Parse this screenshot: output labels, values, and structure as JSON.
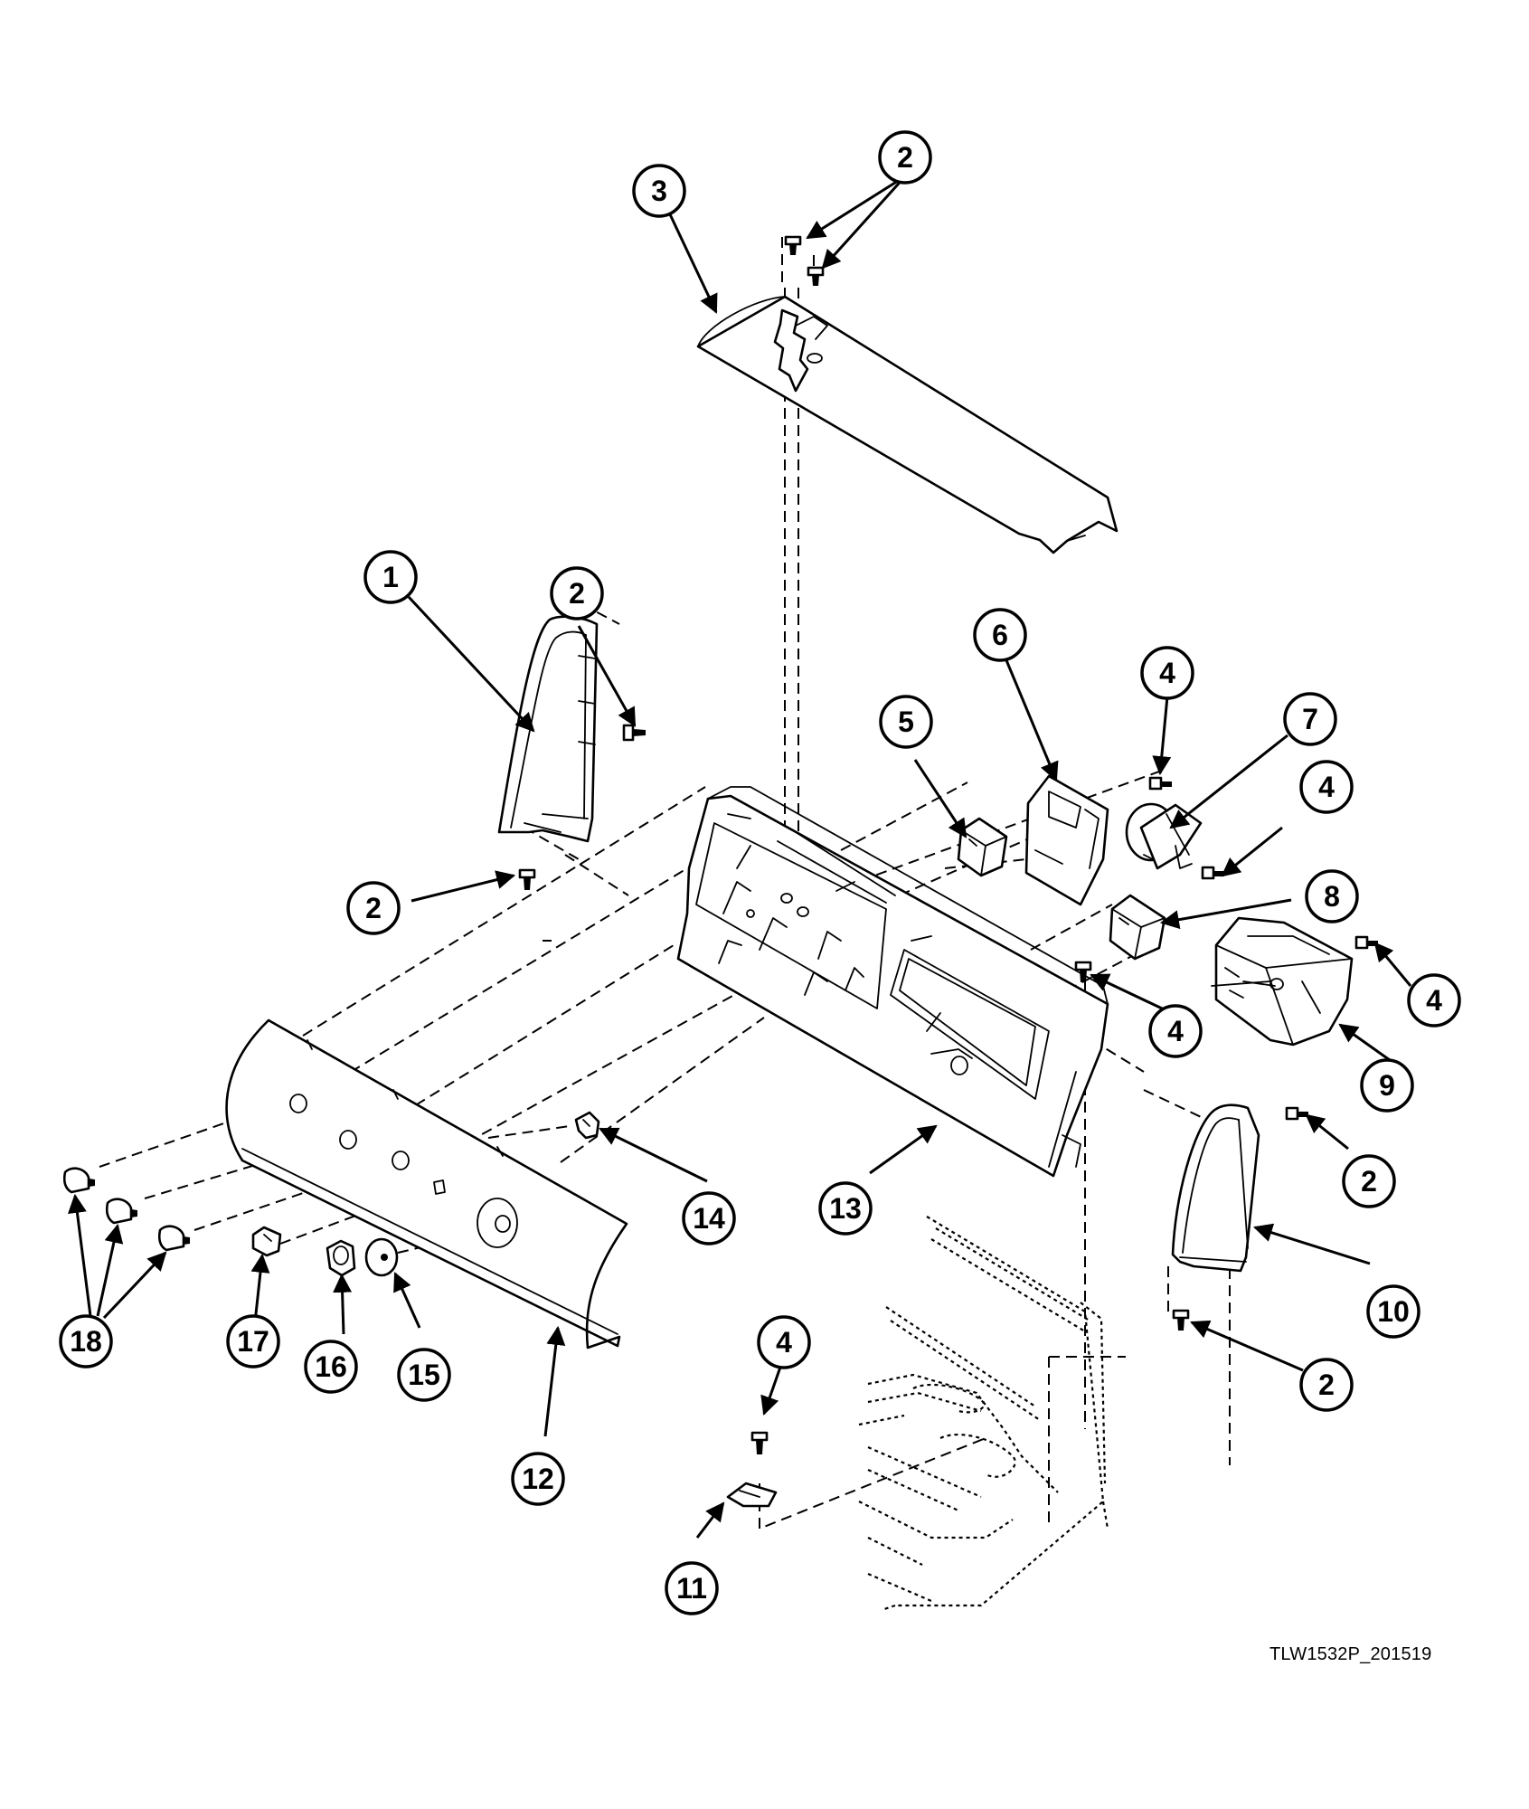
{
  "drawing_id": "TLW1532P_201519",
  "callouts": [
    {
      "label": "1",
      "part": "left-end-cap"
    },
    {
      "label": "2",
      "part": "screw"
    },
    {
      "label": "3",
      "part": "top-cover"
    },
    {
      "label": "4",
      "part": "screw"
    },
    {
      "label": "5",
      "part": "switch"
    },
    {
      "label": "6",
      "part": "control-board"
    },
    {
      "label": "7",
      "part": "pressure-switch"
    },
    {
      "label": "8",
      "part": "switch"
    },
    {
      "label": "9",
      "part": "timer"
    },
    {
      "label": "10",
      "part": "right-end-cap"
    },
    {
      "label": "11",
      "part": "clip"
    },
    {
      "label": "12",
      "part": "control-panel-front"
    },
    {
      "label": "13",
      "part": "control-panel-backplate"
    },
    {
      "label": "14",
      "part": "clip"
    },
    {
      "label": "15",
      "part": "knob-insert"
    },
    {
      "label": "16",
      "part": "knob"
    },
    {
      "label": "17",
      "part": "switch-button"
    },
    {
      "label": "18",
      "part": "button-knobs"
    }
  ],
  "colors": {
    "ink": "#000000",
    "paper": "#ffffff"
  }
}
